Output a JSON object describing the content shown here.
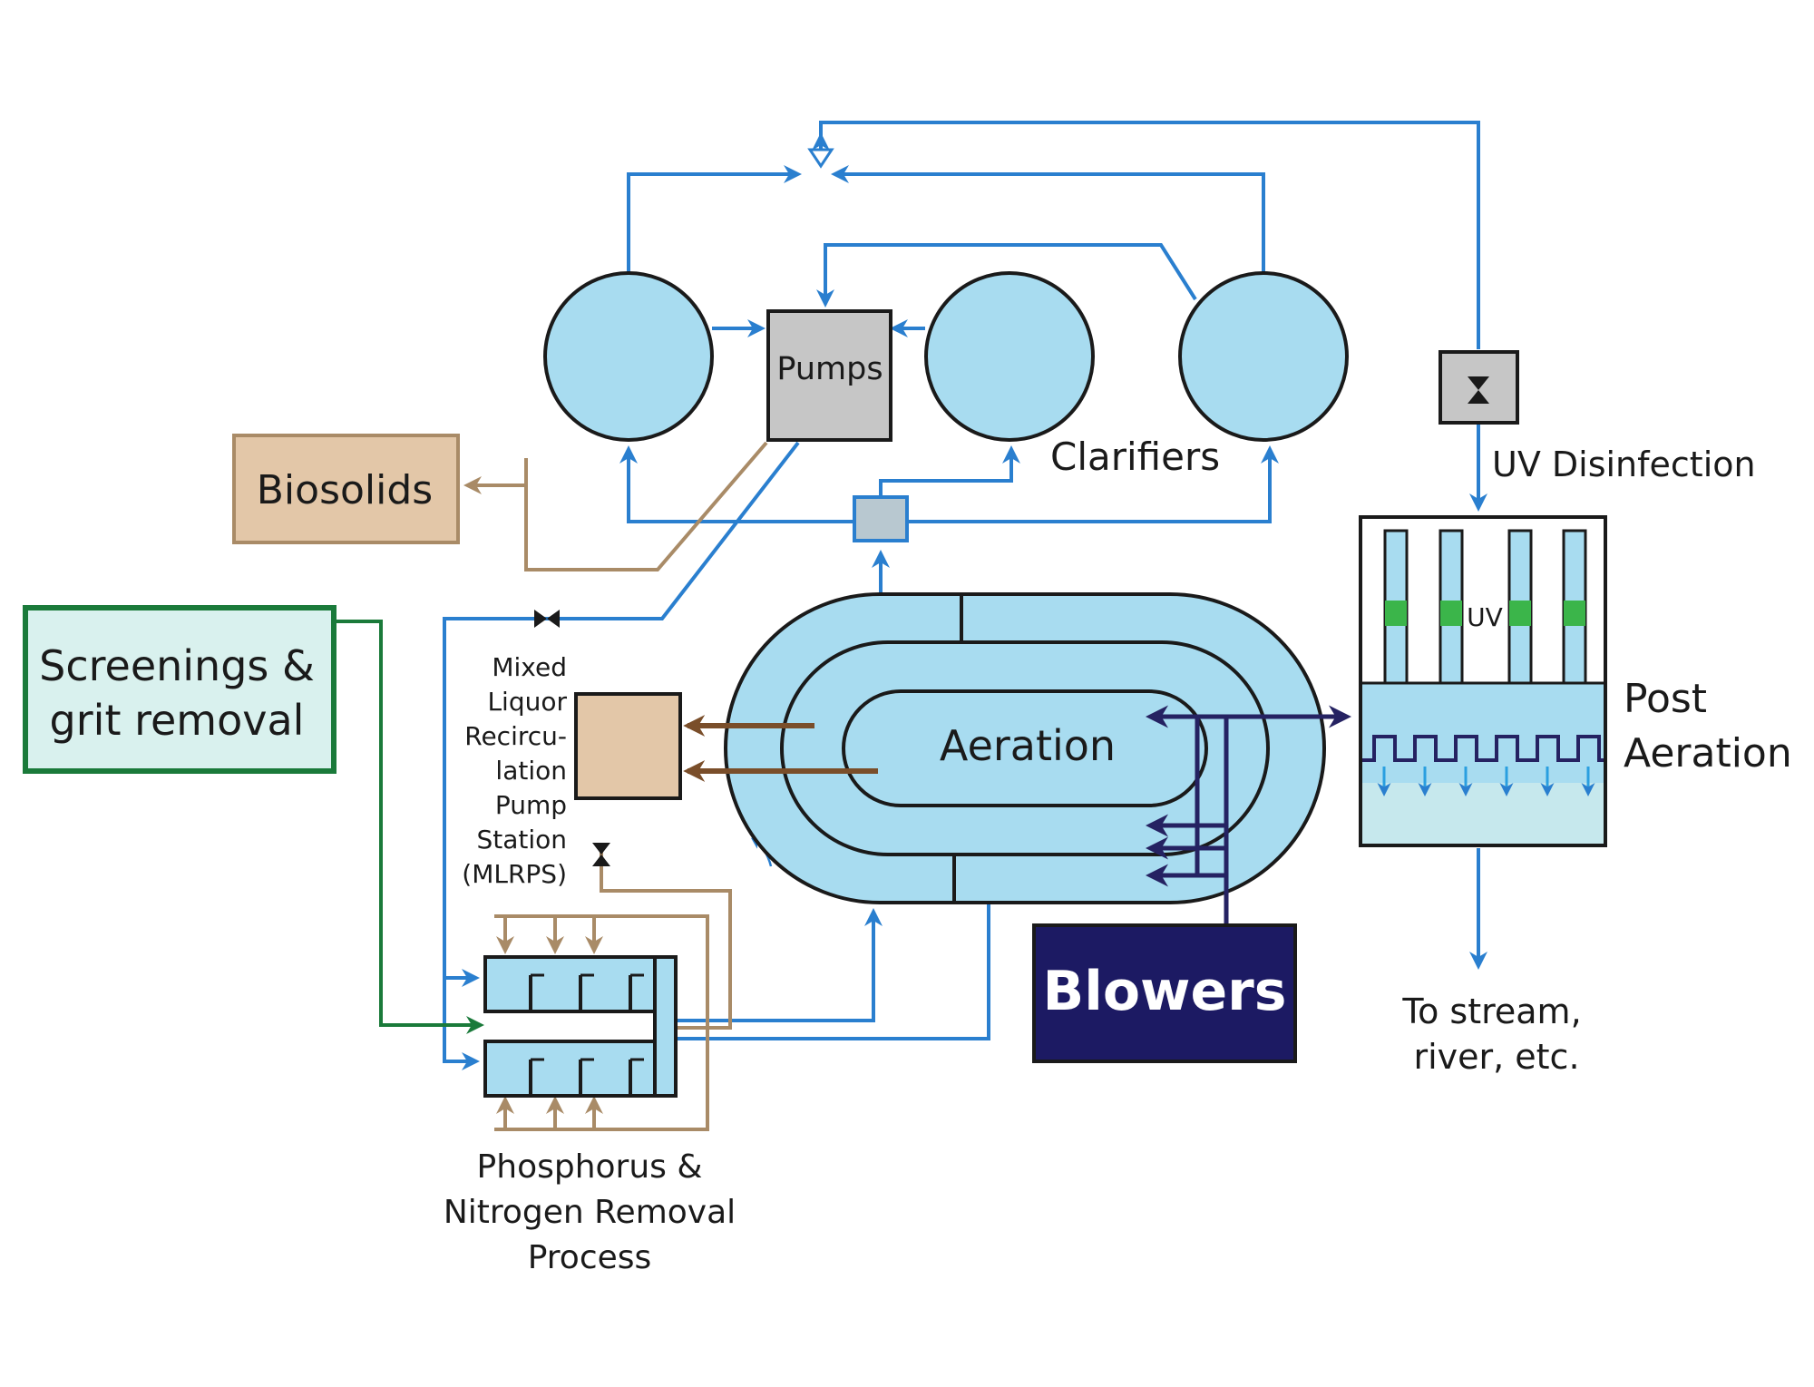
{
  "labels": {
    "pumps": "Pumps",
    "clarifiers": "Clarifiers",
    "biosolids": "Biosolids",
    "screenings_line1": "Screenings &",
    "screenings_line2": "grit removal",
    "mlrps_line1": "Mixed",
    "mlrps_line2": "Liquor",
    "mlrps_line3": "Recircu-",
    "mlrps_line4": "lation",
    "mlrps_line5": "Pump",
    "mlrps_line6": "Station",
    "mlrps_line7": "(MLRPS)",
    "aeration": "Aeration",
    "blowers": "Blowers",
    "uv_disinfection": "UV Disinfection",
    "uv": "UV",
    "post_aeration_line1": "Post",
    "post_aeration_line2": "Aeration",
    "discharge_line1": "To stream,",
    "discharge_line2": "river, etc.",
    "pnr_line1": "Phosphorus &",
    "pnr_line2": "Nitrogen Removal",
    "pnr_line3": "Process"
  },
  "colors": {
    "water_fill": "#a8dcf0",
    "water_line": "#2a7fcf",
    "sludge_line": "#a98b67",
    "air_line": "#252262",
    "grit_line": "#1a7a3a",
    "biosolids_fill": "#e3c7a8",
    "screenings_fill": "#d9f1ee",
    "pumps_fill": "#c6c6c6",
    "blowers_fill": "#1c1a63"
  }
}
